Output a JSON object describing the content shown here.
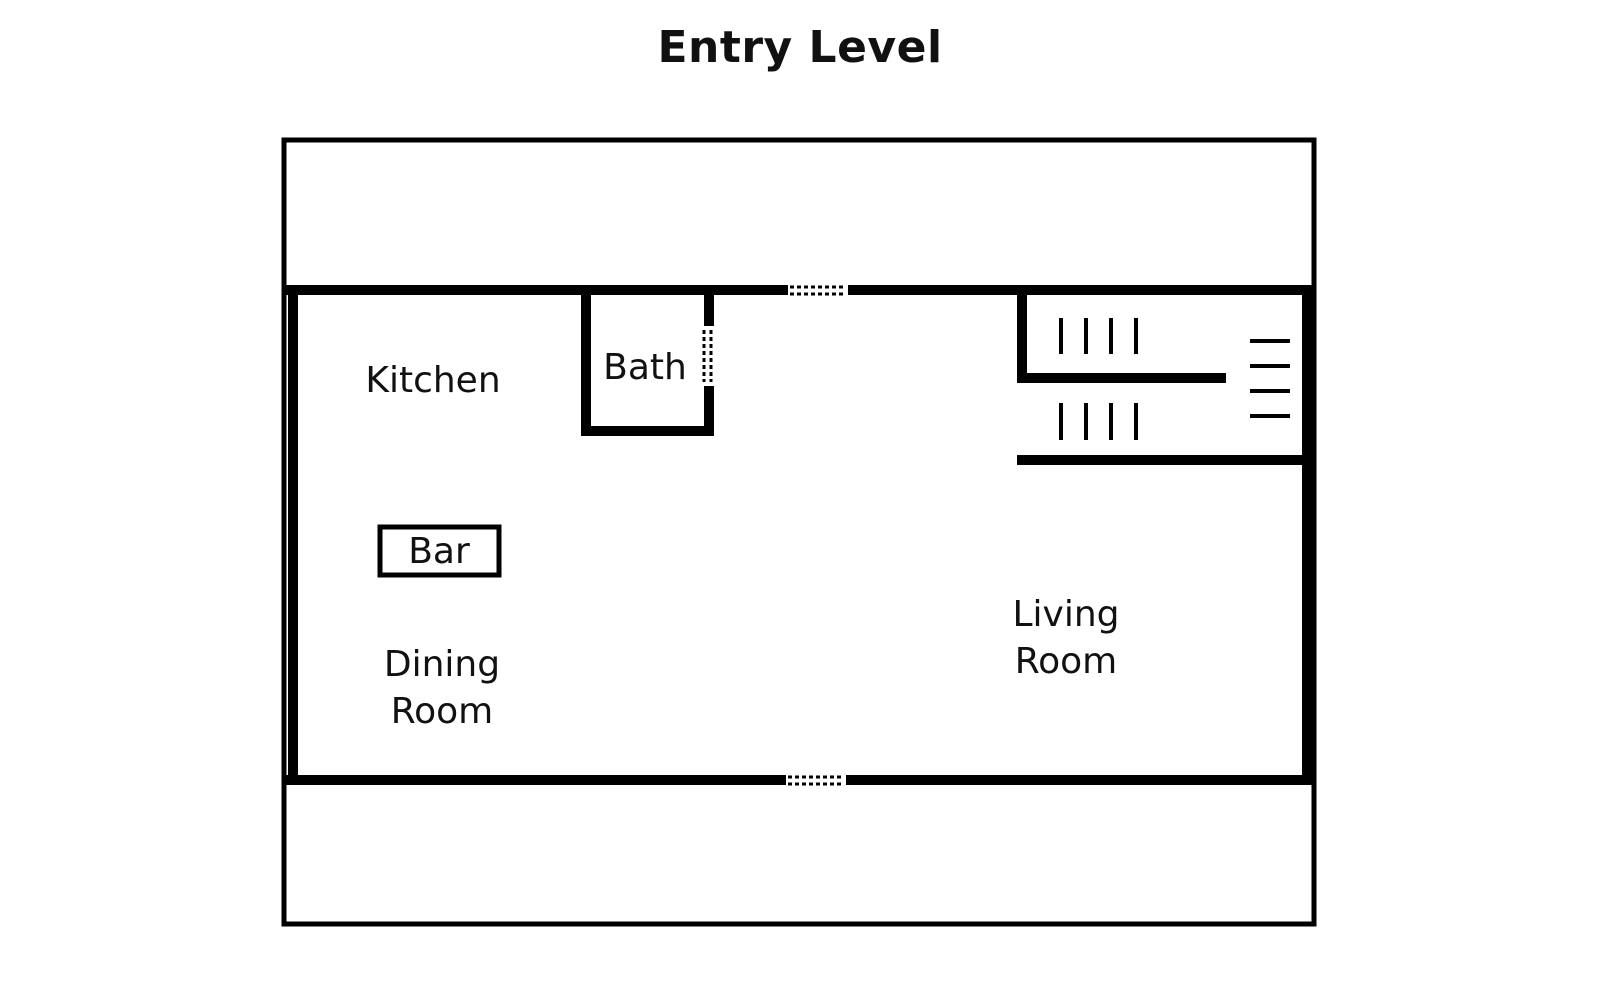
{
  "title": "Entry Level",
  "rooms": {
    "kitchen": "Kitchen",
    "bath": "Bath",
    "bar": "Bar",
    "dining_line1": "Dining",
    "dining_line2": "Room",
    "living_line1": "Living",
    "living_line2": "Room"
  }
}
